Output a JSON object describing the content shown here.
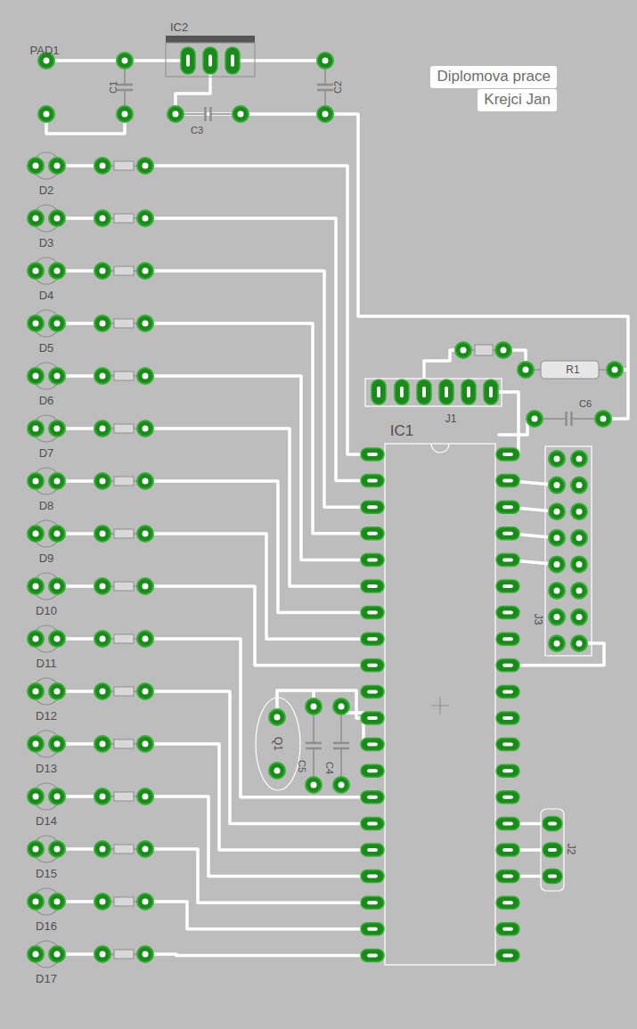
{
  "diagram": {
    "nodes": [
      {
        "text": [
          "Diplomova prace"
        ]
      },
      {
        "text": [
          "Krejci Jan"
        ]
      }
    ],
    "labels": [
      "PAD1",
      "IC2",
      "C1",
      "C3",
      "C2",
      "D2",
      "D3",
      "D4",
      "D5",
      "D6",
      "D7",
      "D8",
      "D9",
      "D10",
      "D11",
      "D12",
      "D13",
      "D14",
      "D15",
      "D16",
      "D17",
      "J1",
      "R1",
      "C6",
      "IC1",
      "J3",
      "Q1",
      "C5",
      "C4",
      "J2"
    ]
  }
}
